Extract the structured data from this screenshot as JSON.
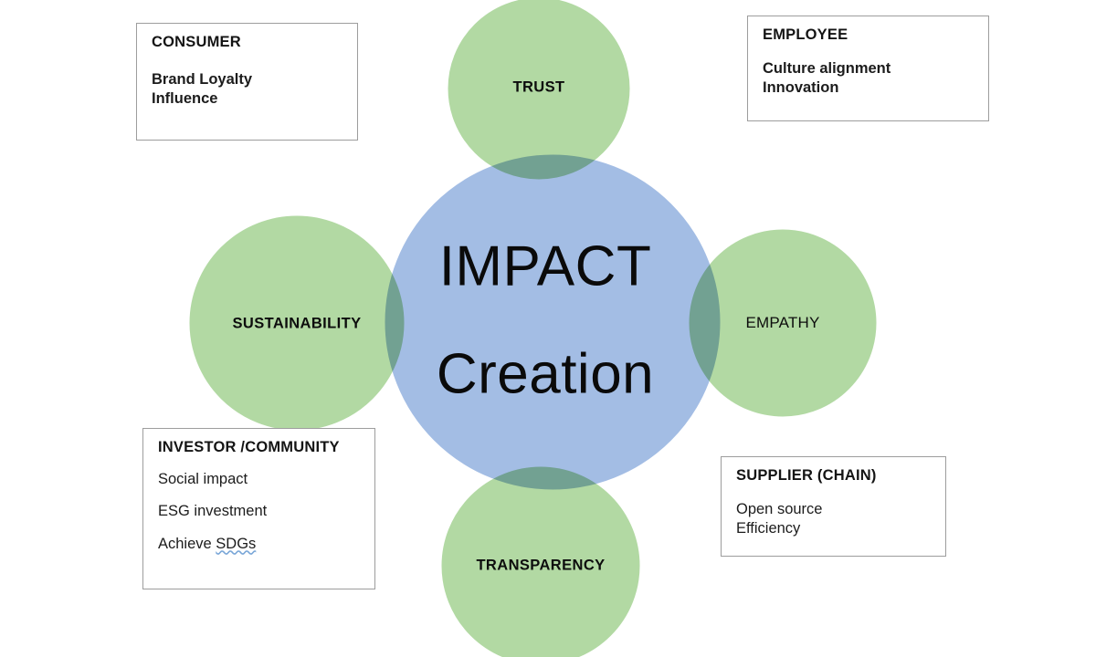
{
  "diagram": {
    "title": "IMPACT Creation stakeholder circles",
    "core": {
      "line1": "IMPACT",
      "line2": "Creation",
      "color": "#a3bde4"
    },
    "pillars": [
      {
        "id": "trust",
        "label": "TRUST",
        "color": "#b2d9a3"
      },
      {
        "id": "empathy",
        "label": "EMPATHY",
        "color": "#b2d9a3"
      },
      {
        "id": "transparency",
        "label": "TRANSPARENCY",
        "color": "#b2d9a3"
      },
      {
        "id": "sustainability",
        "label": "SUSTAINABILITY",
        "color": "#b2d9a3"
      }
    ],
    "overlap_color": "#7fb392",
    "stroke_color": "#ffffff"
  },
  "callouts": {
    "consumer": {
      "title": "CONSUMER",
      "items": [
        "Brand Loyalty",
        "Influence"
      ]
    },
    "employee": {
      "title": "EMPLOYEE",
      "items": [
        "Culture alignment",
        "Innovation"
      ]
    },
    "investor": {
      "title": "INVESTOR /COMMUNITY",
      "items": [
        "Social impact",
        "ESG investment",
        "Achieve ",
        "SDGs"
      ]
    },
    "supplier": {
      "title": "SUPPLIER (CHAIN)",
      "items": [
        "Open source",
        "Efficiency"
      ]
    }
  }
}
